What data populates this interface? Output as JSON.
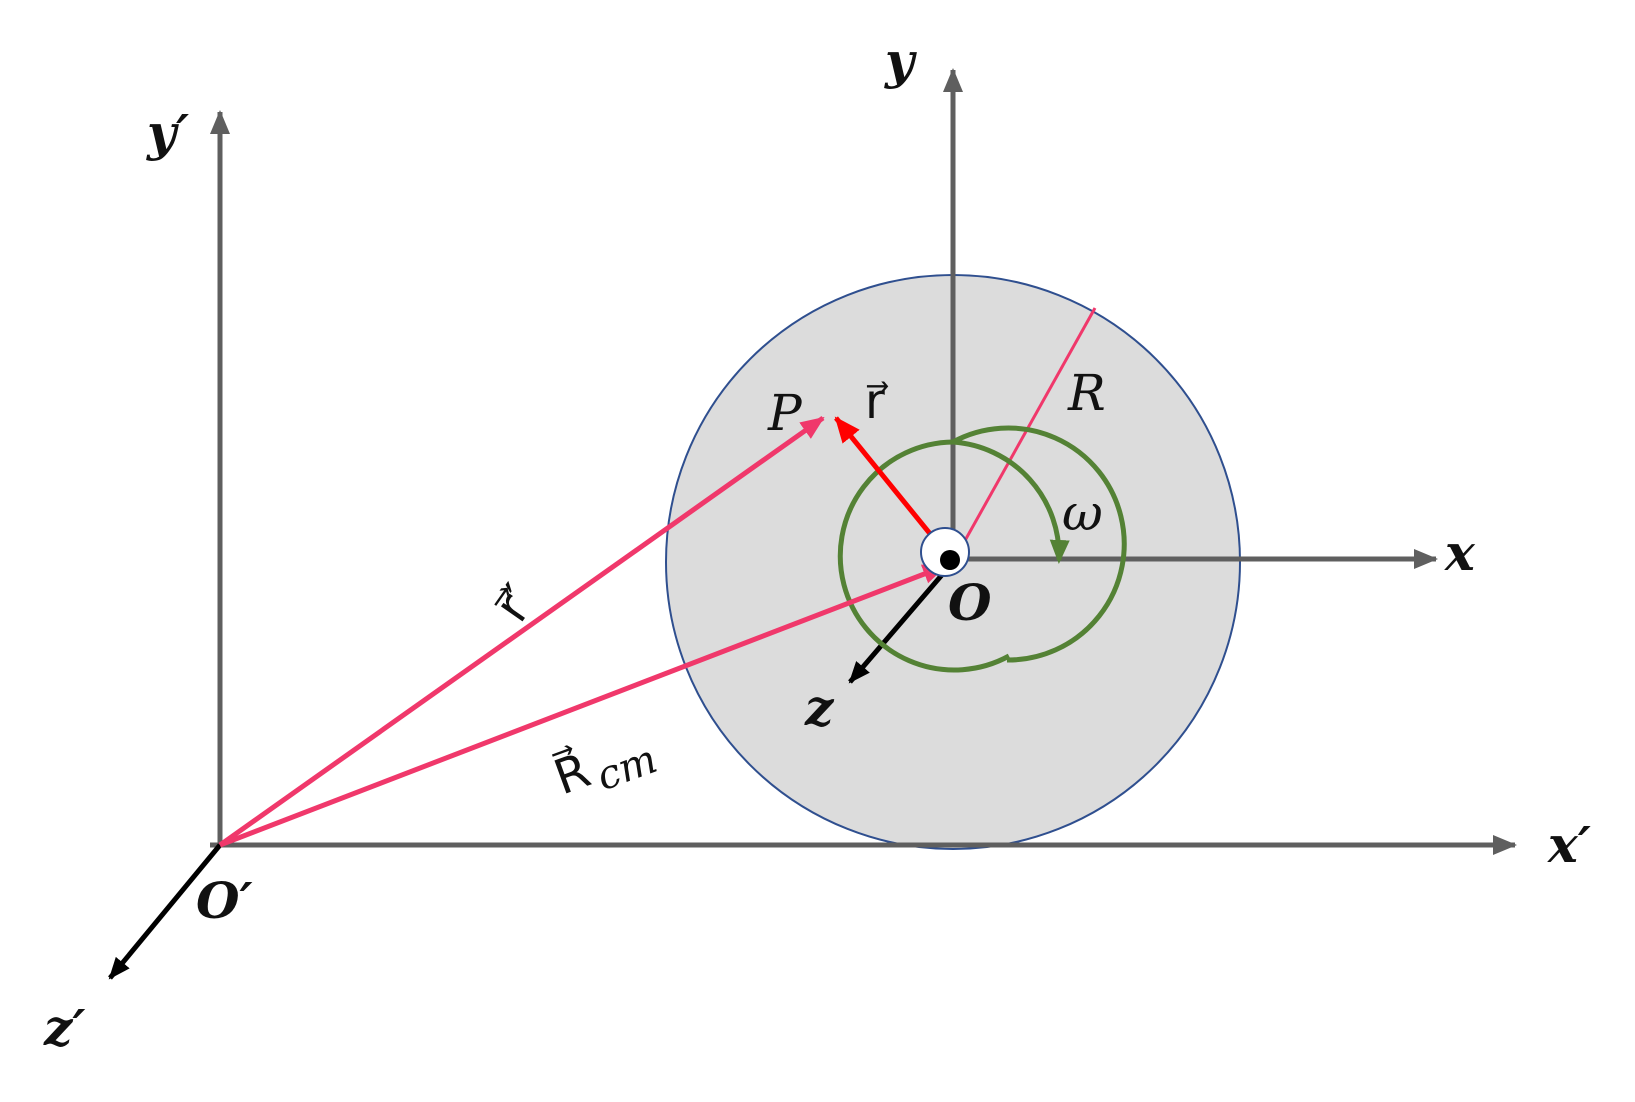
{
  "labels": {
    "y_prime": "y′",
    "x_prime": "x′",
    "z_prime": "z′",
    "o_prime": "O′",
    "y": "y",
    "x": "x",
    "z": "z",
    "o": "O",
    "p": "P",
    "r_body": "r⃗",
    "r_prime": "r⃗′",
    "r_cm_main": "R⃗",
    "r_cm_sub": "cm",
    "radius": "R",
    "omega": "ω"
  },
  "colors": {
    "axes": "#5f5f5f",
    "disk_fill": "#dcdcdc",
    "disk_stroke": "#2f4f8f",
    "pink_vector": "#f0386b",
    "red_vector": "#ff0000",
    "rotation_arrow": "#548235",
    "black": "#000000"
  }
}
